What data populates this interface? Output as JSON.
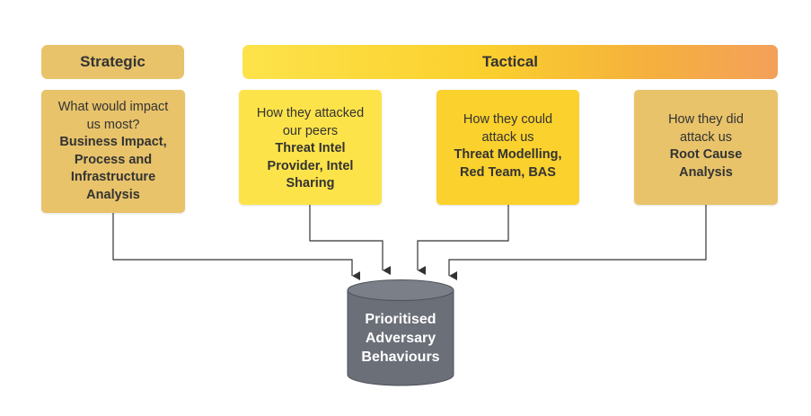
{
  "headers": {
    "strategic": "Strategic",
    "tactical": "Tactical"
  },
  "cards": [
    {
      "question": "What would impact us most?",
      "answer": "Business Impact, Process and Infrastructure Analysis"
    },
    {
      "question": "How they attacked our peers",
      "answer": "Threat Intel Provider, Intel Sharing"
    },
    {
      "question": "How they could attack us",
      "answer": "Threat Modelling, Red Team, BAS"
    },
    {
      "question": "How they did attack us",
      "answer": "Root Cause Analysis"
    }
  ],
  "target": {
    "label_lines": [
      "Prioritised",
      "Adversary",
      "Behaviours"
    ]
  },
  "colors": {
    "strategic": "#e8c36a",
    "tactical_start": "#fde34a",
    "tactical_end": "#f3a05a",
    "card_peers": "#fde34a",
    "card_could": "#fbd12d",
    "cylinder": "#6b6f78",
    "cylinder_top": "#7b7f88",
    "connector": "#333333"
  }
}
